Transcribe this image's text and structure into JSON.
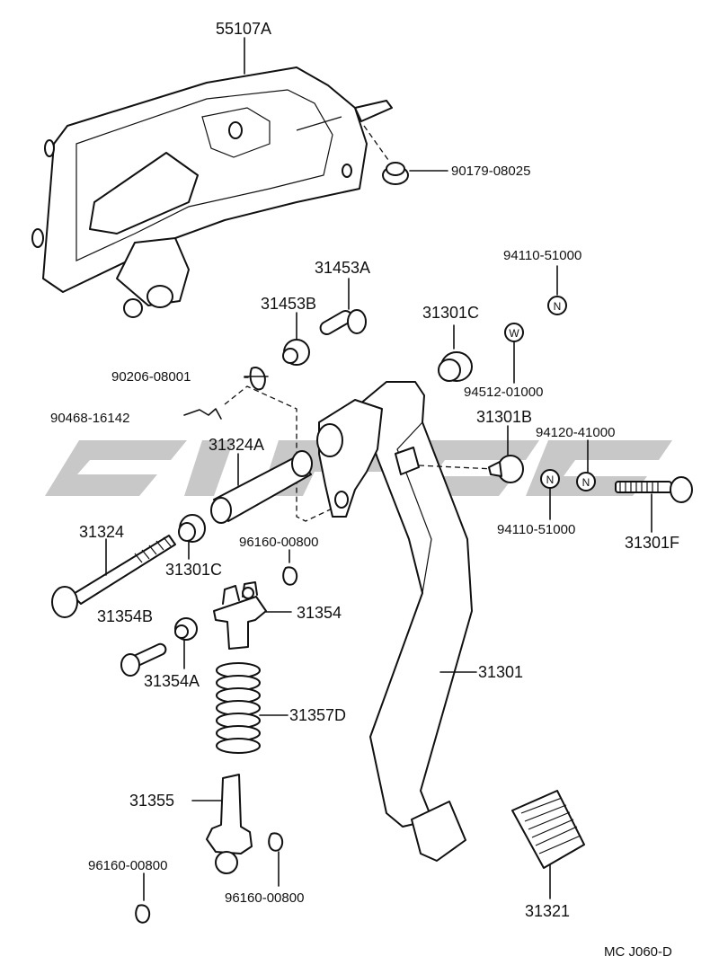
{
  "diagram_code": "MC J060-D",
  "watermark": "CJPC",
  "parts": {
    "p55107A": "55107A",
    "p90179_08025": "90179-08025",
    "p94110_51000_top": "94110-51000",
    "p31453A": "31453A",
    "p31453B": "31453B",
    "p31301C_top": "31301C",
    "p90206_08001": "90206-08001",
    "p94512_01000": "94512-01000",
    "p90468_16142": "90468-16142",
    "p31301B": "31301B",
    "p94120_41000": "94120-41000",
    "p31324A": "31324A",
    "p94110_51000_mid": "94110-51000",
    "p31324": "31324",
    "p96160_00800_a": "96160-00800",
    "p31301F": "31301F",
    "p31301C_low": "31301C",
    "p31354B": "31354B",
    "p31354": "31354",
    "p31354A": "31354A",
    "p31301": "31301",
    "p31357D": "31357D",
    "p31355": "31355",
    "p96160_00800_b": "96160-00800",
    "p96160_00800_c": "96160-00800",
    "p31321": "31321"
  },
  "symbols": {
    "n_top": "N",
    "w": "W",
    "n_mid": "N",
    "n_left": "N"
  }
}
